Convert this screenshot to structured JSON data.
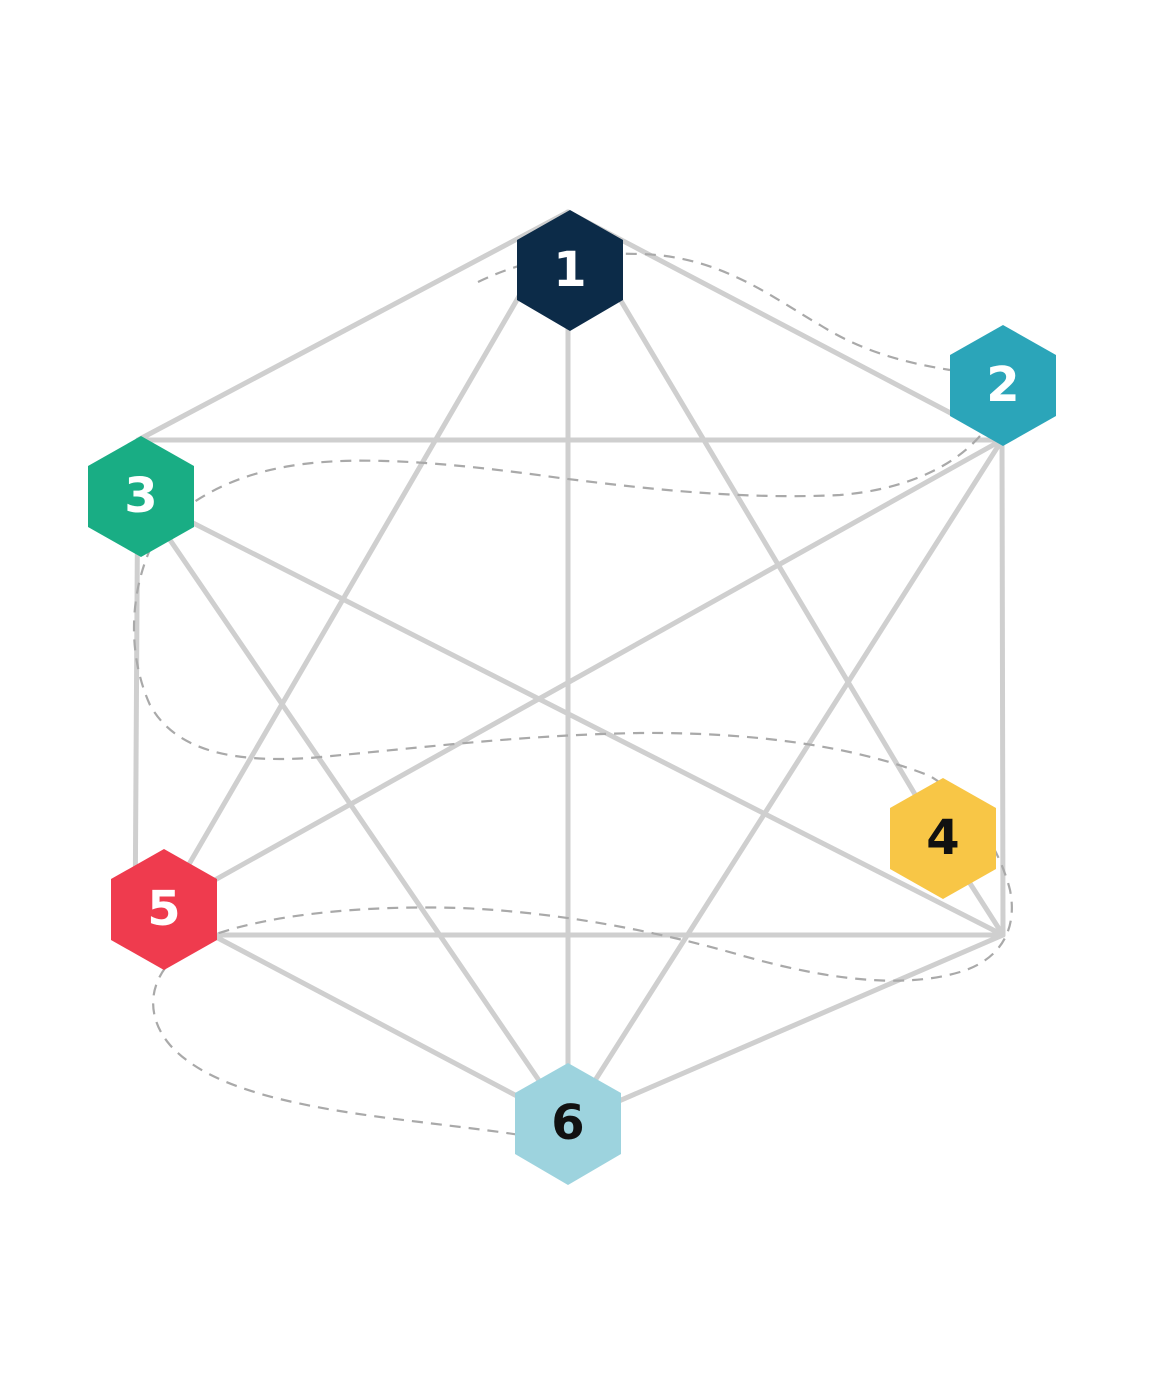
{
  "diagram": {
    "nodes": [
      {
        "id": "1",
        "label": "1",
        "color": "#0c2b48",
        "text_color": "#ffffff"
      },
      {
        "id": "2",
        "label": "2",
        "color": "#2ba5b9",
        "text_color": "#ffffff"
      },
      {
        "id": "3",
        "label": "3",
        "color": "#19ad84",
        "text_color": "#ffffff"
      },
      {
        "id": "4",
        "label": "4",
        "color": "#f8c646",
        "text_color": "#111111"
      },
      {
        "id": "5",
        "label": "5",
        "color": "#ef3b4e",
        "text_color": "#ffffff"
      },
      {
        "id": "6",
        "label": "6",
        "color": "#9dd3de",
        "text_color": "#111111"
      }
    ],
    "edge_color": "#cfcfcf",
    "dashed_path_color": "#a9a9a9"
  }
}
